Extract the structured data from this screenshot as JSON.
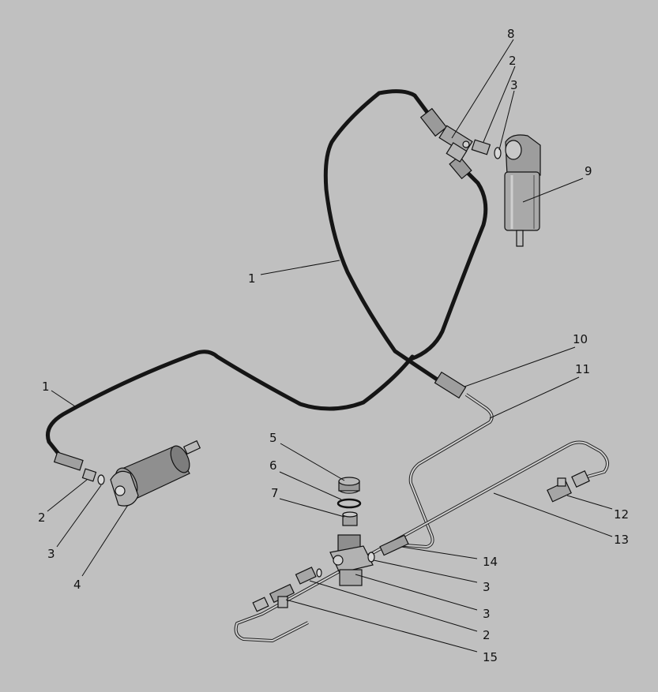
{
  "colors": {
    "background": "#c0c0c0",
    "ink": "#111111"
  },
  "callouts": {
    "hose_upper": "1",
    "hose_lower": "1",
    "fitting_upper": "2",
    "washer_upper": "3",
    "tee_upper": "8",
    "filter_upper": "9",
    "union_10": "10",
    "tube_11": "11",
    "fitting_left": "2",
    "washer_left": "3",
    "cylinder_left": "4",
    "nut_5": "5",
    "ring_6": "6",
    "insert_7": "7",
    "fitting_12": "12",
    "tube_13": "13",
    "union_14": "14",
    "washer_right_a": "3",
    "washer_right_b": "3",
    "fitting_lower": "2",
    "tee_15": "15"
  }
}
